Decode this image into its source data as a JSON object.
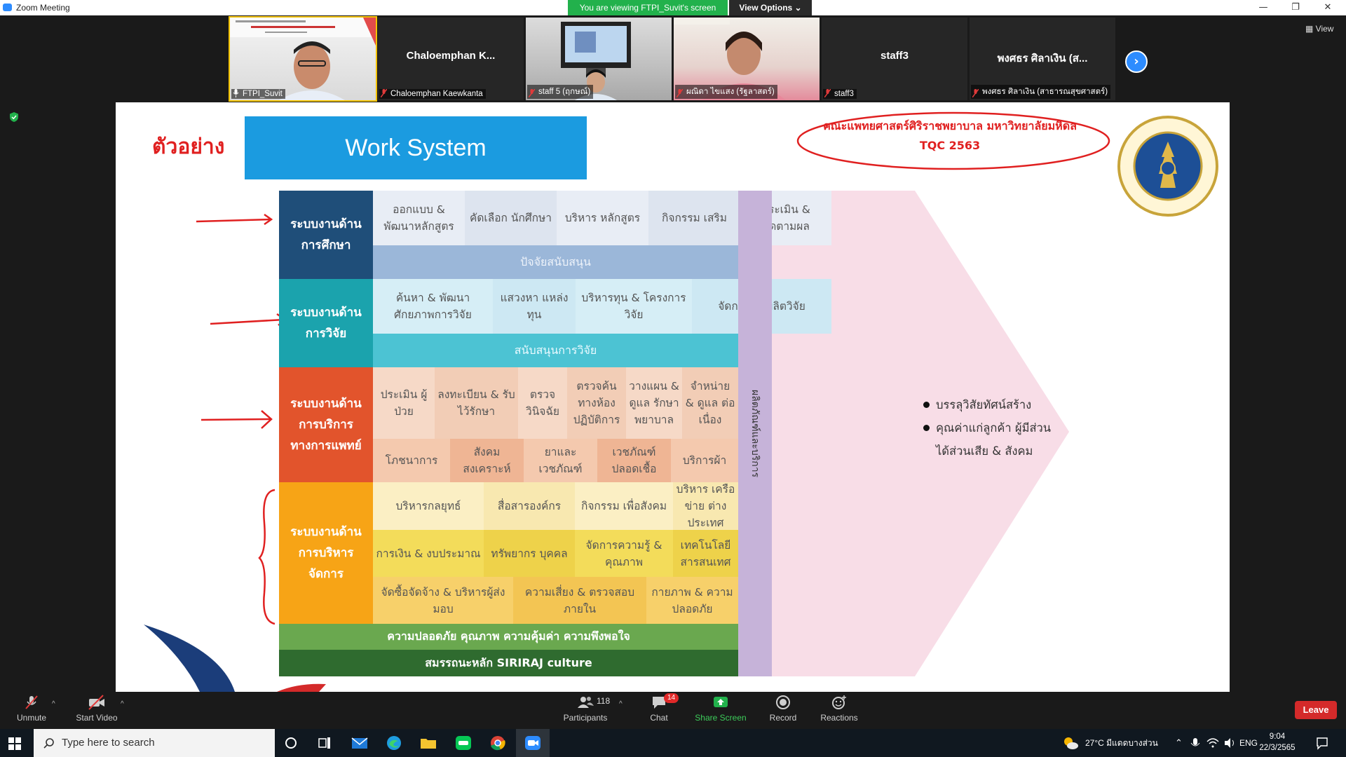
{
  "window": {
    "title": "Zoom Meeting",
    "minimize_glyph": "—",
    "restore_glyph": "❐",
    "close_glyph": "✕"
  },
  "banner": {
    "viewing_text": "You are viewing FTPI_Suvit's screen",
    "view_options_label": "View Options ⌄"
  },
  "participants": [
    {
      "tile_type": "video",
      "name_tag": "FTPI_Suvit"
    },
    {
      "tile_type": "name",
      "display_name": "Chaloemphan  K...",
      "name_tag": "Chaloemphan Kaewkanta"
    },
    {
      "tile_type": "video",
      "name_tag": "staff 5 (ฤกษณ์)"
    },
    {
      "tile_type": "video",
      "name_tag": "ผณิดา ไขแสง (รัฐลาสตร์)"
    },
    {
      "tile_type": "name",
      "display_name": "staff3",
      "name_tag": "staff3"
    },
    {
      "tile_type": "name",
      "display_name": "พงศธร ศิลาเงิน (ส...",
      "name_tag": "พงศธร ศิลาเงิน (สาธารณสุขศาสตร์)"
    }
  ],
  "strip_controls": {
    "next_glyph": "›",
    "view_label": "View",
    "view_icon": "grid-icon"
  },
  "slide": {
    "example_label": "ตัวอย่าง",
    "title": "Work System",
    "faculty_line1": "คณะแพทยศาสตร์ศิริราชพยาบาล มหาวิทยาลัยมหิดล",
    "faculty_line2": "TQC 2563",
    "education": {
      "label": "ระบบงานด้านการศึกษา",
      "steps": [
        "ออกแบบ & พัฒนาหลักสูตร",
        "คัดเลือก นักศึกษา",
        "บริหาร หลักสูตร",
        "กิจกรรม เสริม",
        "ประเมิน & ติดตามผล"
      ],
      "support": "ปัจจัยสนับสนุน"
    },
    "research": {
      "label": "ระบบงานด้านการวิจัย",
      "steps": [
        "ค้นหา & พัฒนา ศักยภาพการวิจัย",
        "แสวงหา แหล่งทุน",
        "บริหารทุน & โครงการวิจัย",
        "จัดการ ผลผลิตวิจัย"
      ],
      "support": "สนับสนุนการวิจัย"
    },
    "medical": {
      "label": "ระบบงานด้านการบริการทางการแพทย์",
      "steps": [
        "ประเมิน ผู้ป่วย",
        "ลงทะเบียน & รับไว้รักษา",
        "ตรวจ วินิจฉัย",
        "ตรวจค้น ทางห้อง ปฏิบัติการ",
        "วางแผน & ดูแล รักษา พยาบาล",
        "จำหน่าย & ดูแล ต่อเนื่อง"
      ],
      "support": [
        "โภชนาการ",
        "สังคม สงเคราะห์",
        "ยาและ เวชภัณฑ์",
        "เวชภัณฑ์ ปลอดเชื้อ",
        "บริการผ้า"
      ]
    },
    "management": {
      "label": "ระบบงานด้านการบริหารจัดการ",
      "row1": [
        "บริหารกลยุทธ์",
        "สื่อสารองค์กร",
        "กิจกรรม เพื่อสังคม",
        "บริหาร เครือข่าย ต่างประเทศ"
      ],
      "row2": [
        "การเงิน & งบประมาณ",
        "ทรัพยากร บุคคล",
        "จัดการความรู้ & คุณภาพ",
        "เทคโนโลยี สารสนเทศ"
      ],
      "row3": [
        "จัดซื้อจัดจ้าง & บริหารผู้ส่งมอบ",
        "ความเสี่ยง & ตรวจสอบภายใน",
        "กายภาพ & ความปลอดภัย"
      ]
    },
    "values_band": "ความปลอดภัย คุณภาพ ความคุ้มค่า ความพึงพอใจ",
    "culture_band": "สมรรถนะหลัก SIRIRAJ  culture",
    "vertical_label": "ผลิตภัณฑ์และบริการ",
    "outcomes": [
      "บรรลุวิสัยทัศน์สร้าง",
      "คุณค่าแก่ลูกค้า ผู้มีส่วนได้ส่วนเสีย & สังคม"
    ]
  },
  "toolbar": {
    "unmute_label": "Unmute",
    "start_video_label": "Start Video",
    "participants_label": "Participants",
    "participants_count": "118",
    "chat_label": "Chat",
    "chat_badge": "14",
    "share_label": "Share Screen",
    "record_label": "Record",
    "reactions_label": "Reactions",
    "leave_label": "Leave",
    "caret_glyph": "^"
  },
  "taskbar": {
    "search_placeholder": "Type here to search",
    "weather": "27°C  มีแดดบางส่วน",
    "language": "ENG",
    "time": "9:04",
    "date": "22/3/2565"
  },
  "colors": {
    "zoom_blue": "#2d8cff",
    "share_green": "#22b14c",
    "leave_red": "#d42a2a",
    "education": "#1f4e79",
    "research": "#1ba3ad",
    "medical": "#e2542c",
    "management": "#f7a416",
    "values_band": "#6aa84f",
    "culture_band": "#2f6b2f"
  }
}
